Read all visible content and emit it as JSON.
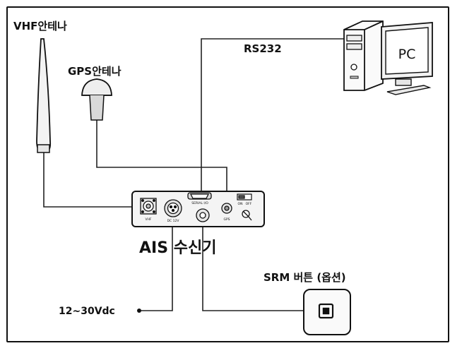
{
  "labels": {
    "vhf_antenna": "VHF안테나",
    "gps_antenna": "GPS안테나",
    "rs232": "RS232",
    "pc": "PC",
    "ais_receiver": "AIS 수신기",
    "power": "12~30Vdc",
    "srm_button": "SRM 버튼 (옵션)"
  },
  "panel_labels": {
    "vhf_port": "VHF",
    "power_port": "DC 12V",
    "serial_port": "SERIAL I/O",
    "gps_port": "GPS",
    "on": "ON",
    "off": "OFF"
  },
  "colors": {
    "line": "#222222",
    "background": "#ffffff"
  }
}
